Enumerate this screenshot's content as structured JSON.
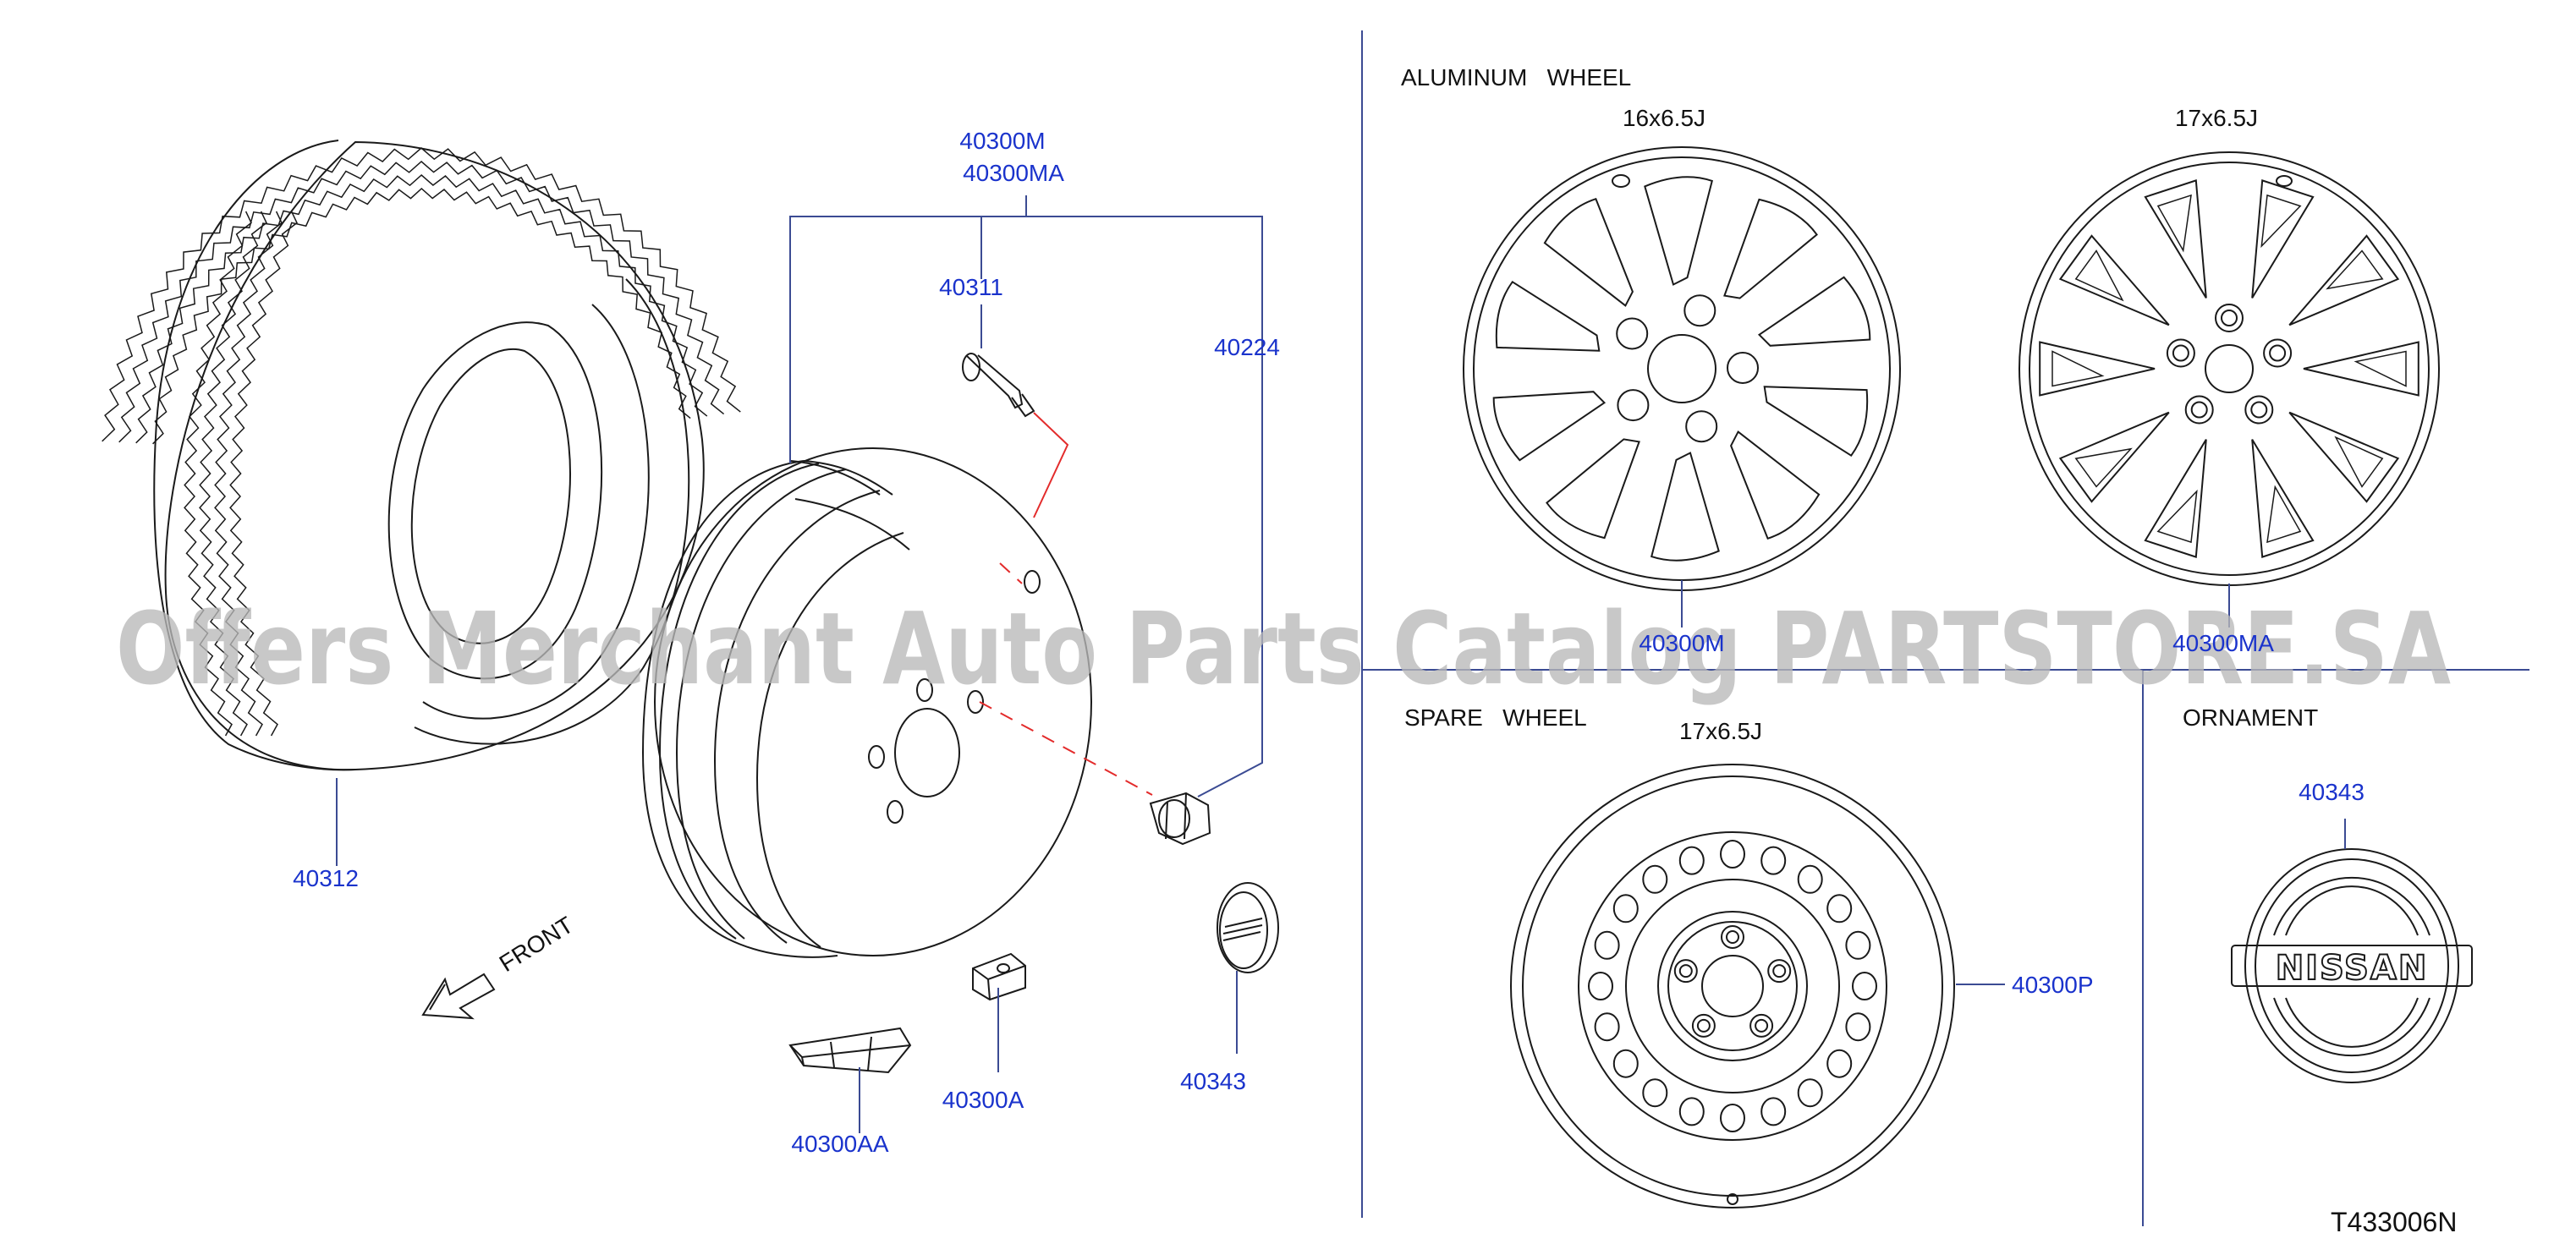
{
  "sections": {
    "aluminum_wheel": {
      "title": "ALUMINUM   WHEEL",
      "size_16": "16x6.5J",
      "size_17": "17x6.5J",
      "part_16": "40300M",
      "part_17": "40300MA"
    },
    "spare_wheel": {
      "title": "SPARE   WHEEL",
      "size": "17x6.5J",
      "part": "40300P"
    },
    "ornament": {
      "title": "ORNAMENT",
      "part": "40343"
    }
  },
  "assembly": {
    "part_m": "40300M",
    "part_ma": "40300MA",
    "valve": "40311",
    "nut": "40224",
    "tire": "40312",
    "weight_aa": "40300AA",
    "weight_a": "40300A",
    "cap": "40343",
    "front_label": "FRONT"
  },
  "logo_text": "NISSAN",
  "watermark": "Offers Merchant Auto Parts Catalog PARTSTORE.SA",
  "diagram_code": "T433006N",
  "colors": {
    "part_number": "#1a33cc",
    "callout_line": "#3b4b93",
    "valve_line": "#e32b2b",
    "line_art": "#1a1a1a"
  }
}
